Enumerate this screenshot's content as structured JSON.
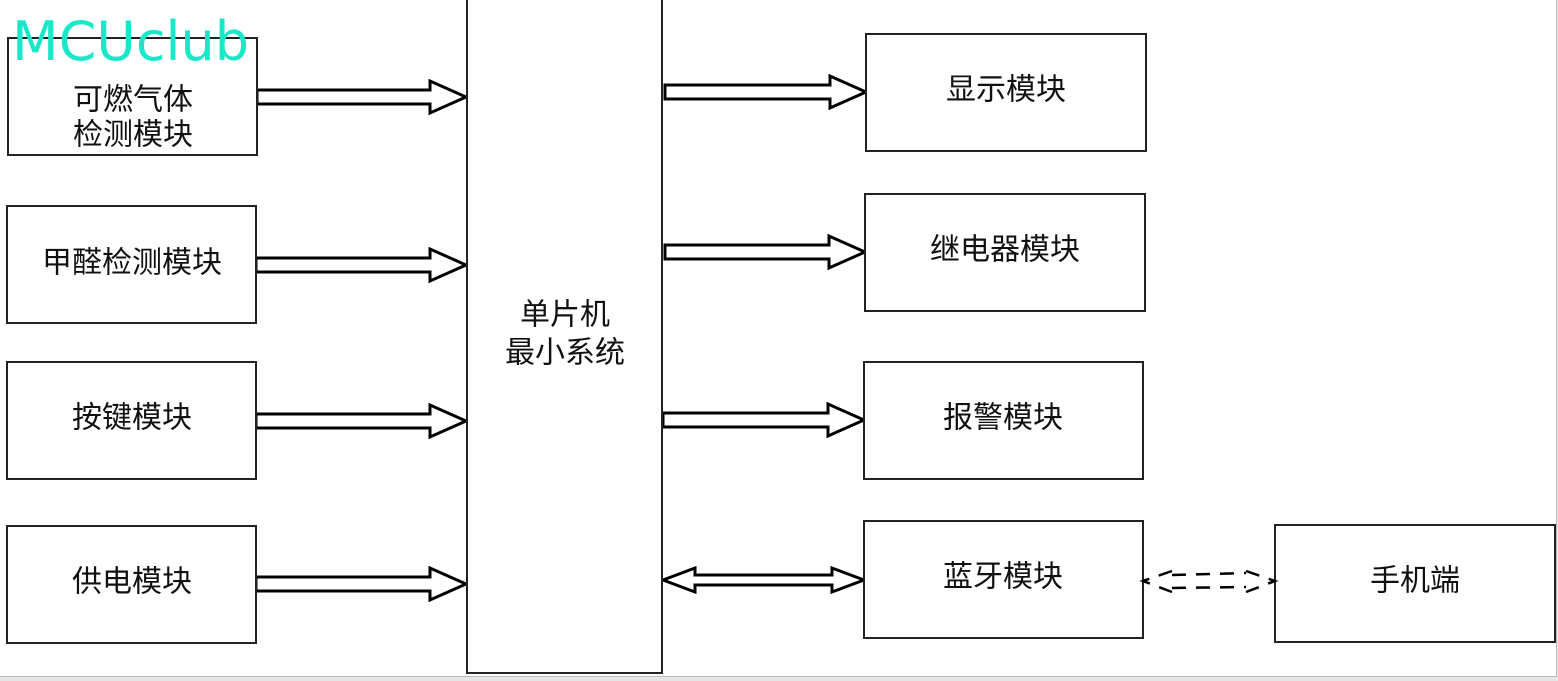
{
  "watermark": "MCUclub",
  "inputs": [
    {
      "line1": "可燃气体",
      "line2": "检测模块"
    },
    {
      "label": "甲醛检测模块"
    },
    {
      "label": "按键模块"
    },
    {
      "label": "供电模块"
    }
  ],
  "mcu": {
    "line1": "单片机",
    "line2": "最小系统"
  },
  "outputs": [
    {
      "label": "显示模块"
    },
    {
      "label": "继电器模块"
    },
    {
      "label": "报警模块"
    },
    {
      "label": "蓝牙模块"
    }
  ],
  "phone": {
    "label": "手机端"
  }
}
